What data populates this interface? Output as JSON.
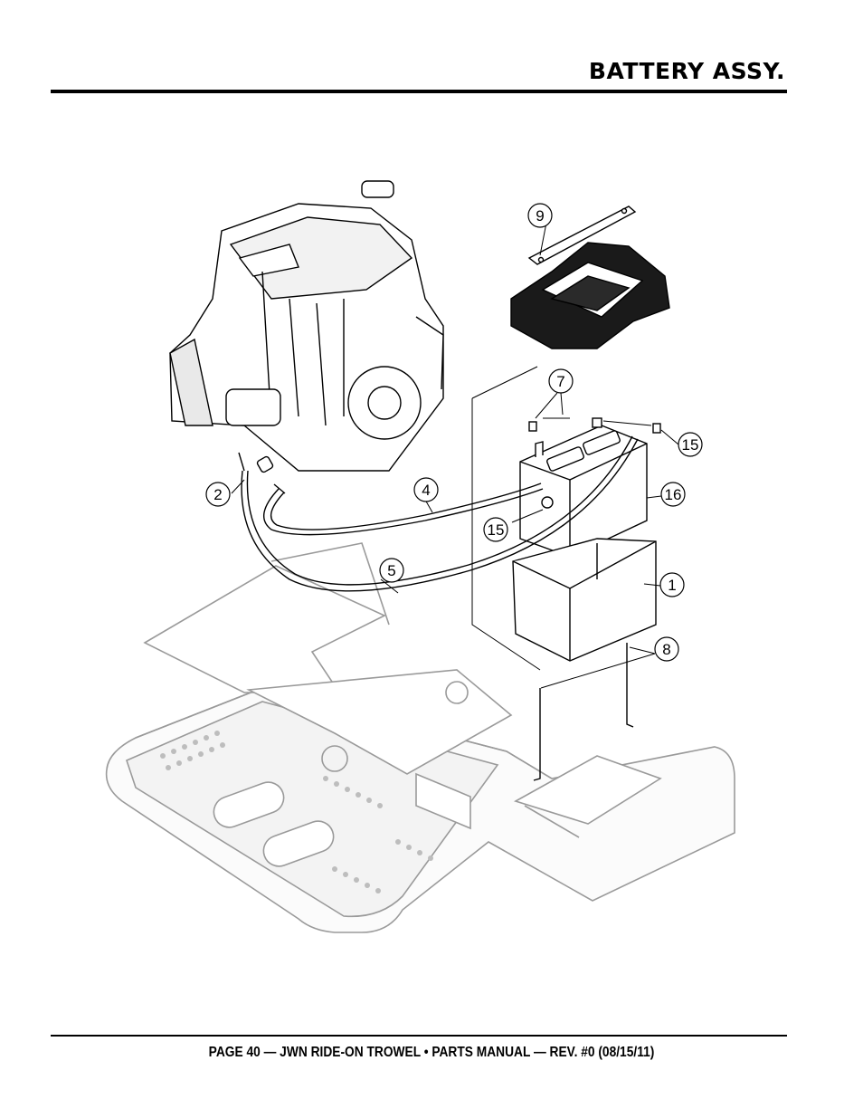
{
  "header": {
    "title": "BATTERY ASSY."
  },
  "footer": {
    "text": "PAGE 40 — JWN RIDE-ON TROWEL • PARTS MANUAL — REV. #0 (08/15/11)"
  },
  "callouts": [
    {
      "id": "9",
      "label": "9"
    },
    {
      "id": "7",
      "label": "7"
    },
    {
      "id": "15a",
      "label": "15"
    },
    {
      "id": "16",
      "label": "16"
    },
    {
      "id": "2",
      "label": "2"
    },
    {
      "id": "4",
      "label": "4"
    },
    {
      "id": "15b",
      "label": "15"
    },
    {
      "id": "5",
      "label": "5"
    },
    {
      "id": "1",
      "label": "1"
    },
    {
      "id": "8",
      "label": "8"
    }
  ]
}
